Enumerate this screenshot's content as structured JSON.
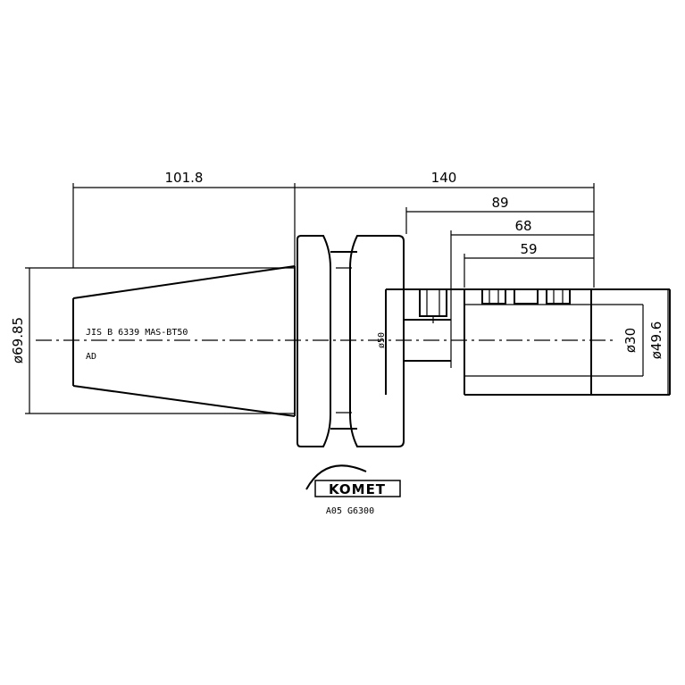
{
  "dimensions": {
    "taper_length": "101.8",
    "total_length": "140",
    "length_89": "89",
    "length_68": "68",
    "length_59": "59",
    "taper_diameter": "ø69.85",
    "collar_diameter": "ø50",
    "bore_diameter": "ø30",
    "outer_diameter": "ø49.6"
  },
  "annotations": {
    "standard": "JIS B 6339 MAS-BT50",
    "grade": "AD"
  },
  "logo": {
    "brand": "KOMET",
    "part_number": "A05 G6300"
  }
}
